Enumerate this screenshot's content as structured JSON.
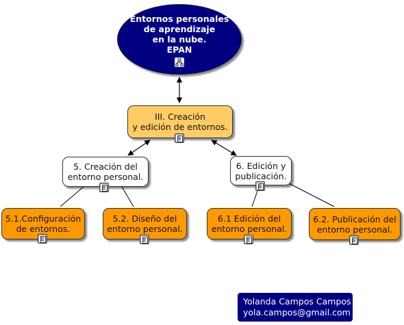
{
  "root": {
    "lines": [
      "Entornos personales",
      "de aprendizaje",
      "en la nube.",
      "EPAN"
    ],
    "color": "#000080",
    "icon": "concept-map-icon"
  },
  "nodes": {
    "iii": {
      "lines": [
        "III. Creación",
        "y edición de entornos."
      ],
      "color": "#ffcc66",
      "icon": "document-icon"
    },
    "n5": {
      "lines": [
        "5. Creación del",
        "entorno personal."
      ],
      "color": "#ffffff",
      "icon": "document-icon"
    },
    "n6": {
      "lines": [
        "6. Edición y",
        "publicación."
      ],
      "color": "#ffffff",
      "icon": "document-icon"
    },
    "n51": {
      "lines": [
        "5.1.Configuración",
        "de entornos."
      ],
      "color": "#ff9900",
      "icon": "document-icon"
    },
    "n52": {
      "lines": [
        "5.2. Diseño del",
        "entorno personal."
      ],
      "color": "#ff9900",
      "icon": "document-icon"
    },
    "n61": {
      "lines": [
        "6.1 Edición del",
        "entorno personal."
      ],
      "color": "#ff9900",
      "icon": "document-icon"
    },
    "n62": {
      "lines": [
        "6.2. Publicación del",
        "entorno personal."
      ],
      "color": "#ff9900",
      "icon": "document-icon"
    }
  },
  "author": {
    "name": "Yolanda Campos Campos",
    "email": "yola.campos@gmail.com",
    "color": "#000080"
  }
}
